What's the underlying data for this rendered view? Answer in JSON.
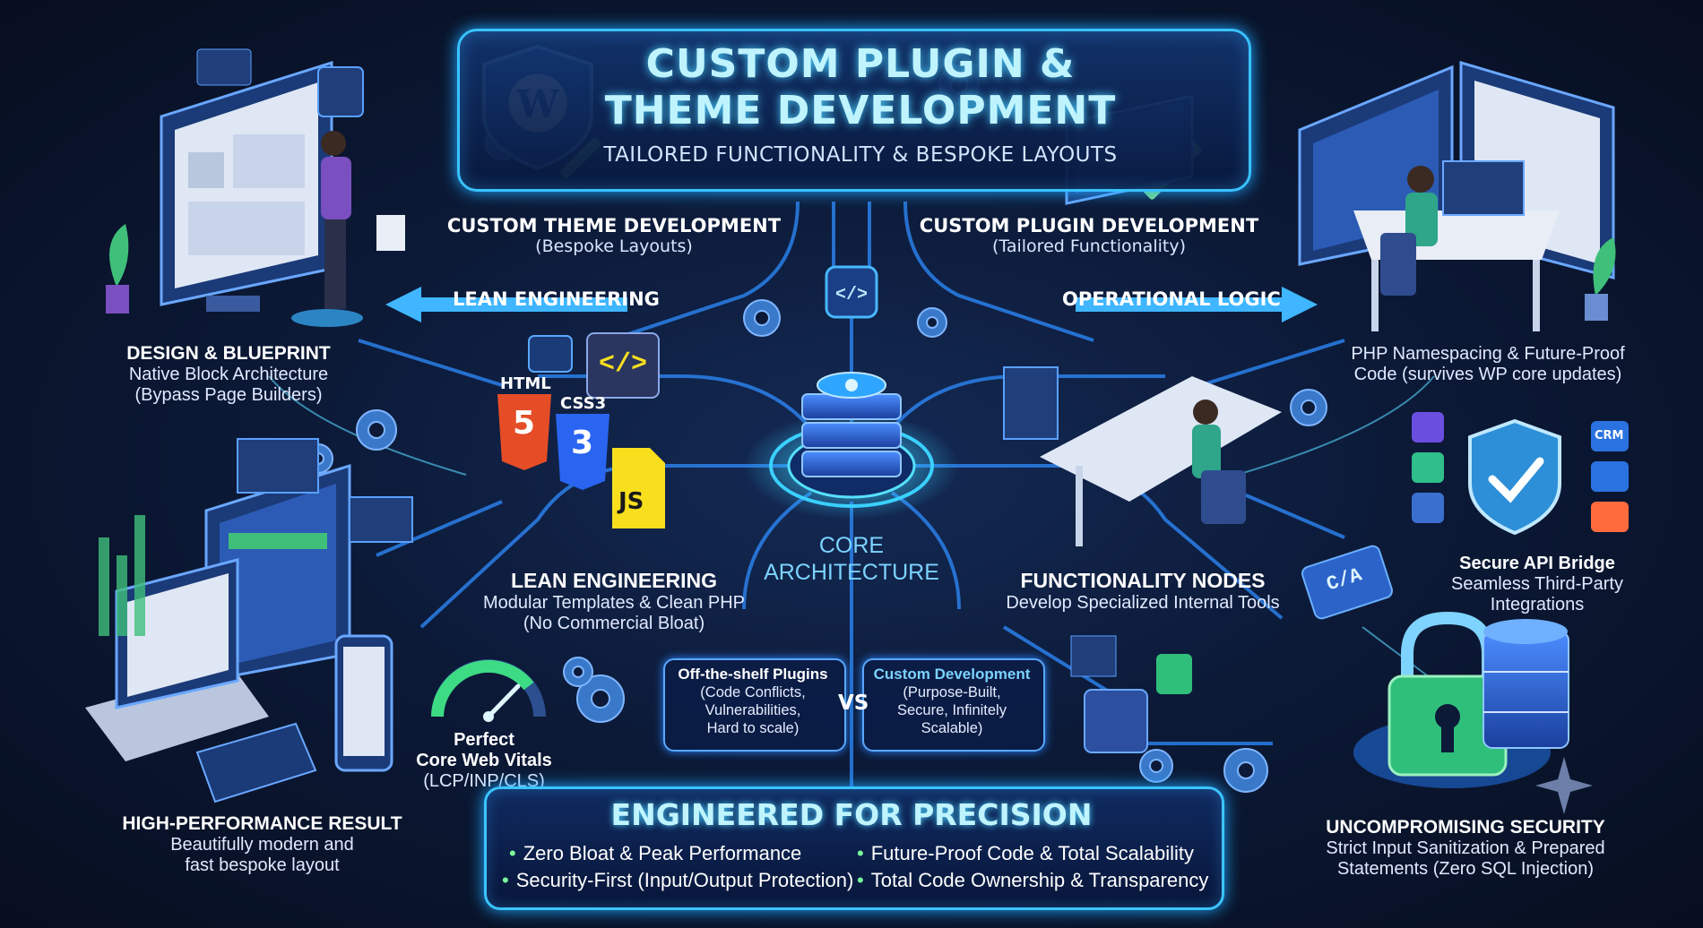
{
  "header": {
    "title_line1": "CUSTOM PLUGIN &",
    "title_line2": "THEME DEVELOPMENT",
    "subtitle": "TAILORED FUNCTIONALITY & BESPOKE LAYOUTS"
  },
  "top_labels": {
    "theme_title": "CUSTOM THEME DEVELOPMENT",
    "theme_sub": "(Bespoke Layouts)",
    "plugin_title": "CUSTOM PLUGIN DEVELOPMENT",
    "plugin_sub": "(Tailored Functionality)",
    "arrow_left": "LEAN ENGINEERING",
    "arrow_right": "OPERATIONAL LOGIC"
  },
  "design": {
    "title": "DESIGN & BLUEPRINT",
    "line1": "Native Block Architecture",
    "line2": "(Bypass Page Builders)"
  },
  "php": {
    "line1": "PHP Namespacing & Future-Proof",
    "line2": "Code (survives WP core updates)"
  },
  "code_icons": {
    "html": "HTML",
    "html_num": "5",
    "css": "CSS3",
    "css_num": "3",
    "js": "JS",
    "code_tag": "</>"
  },
  "lean": {
    "title": "LEAN ENGINEERING",
    "line1": "Modular Templates & Clean PHP",
    "line2": "(No Commercial Bloat)"
  },
  "core": {
    "line1": "CORE",
    "line2": "ARCHITECTURE"
  },
  "functionality": {
    "title": "FUNCTIONALITY NODES",
    "line1": "Develop Specialized Internal Tools"
  },
  "api": {
    "title": "Secure API Bridge",
    "line1": "Seamless Third-Party",
    "line2": "Integrations",
    "crm": "CRM",
    "chip": "C/A"
  },
  "comparison": {
    "left_title": "Off-the-shelf Plugins",
    "left_lines": [
      "(Code Conflicts,",
      "Vulnerabilities,",
      "Hard to scale)"
    ],
    "vs": "VS",
    "right_title": "Custom Development",
    "right_lines": [
      "(Purpose-Built,",
      "Secure, Infinitely",
      "Scalable)"
    ]
  },
  "vitals": {
    "line1": "Perfect",
    "line2": "Core Web Vitals",
    "line3": "(LCP/INP/CLS)"
  },
  "result": {
    "title": "HIGH-PERFORMANCE RESULT",
    "line1": "Beautifully modern and",
    "line2": "fast bespoke layout"
  },
  "security": {
    "title": "UNCOMPROMISING SECURITY",
    "line1": "Strict Input Sanitization & Prepared",
    "line2": "Statements (Zero SQL Injection)"
  },
  "precision": {
    "title": "ENGINEERED FOR PRECISION",
    "items": [
      "Zero Bloat & Peak Performance",
      "Future-Proof Code & Total Scalability",
      "Security-First (Input/Output Protection)",
      "Total Code Ownership & Transparency"
    ]
  },
  "colors": {
    "accent": "#39c2ff",
    "background": "#0a1226",
    "highlight_green": "#3ddc84",
    "html_orange": "#e44d26",
    "css_blue": "#2965f1",
    "js_yellow": "#f7df1e"
  }
}
